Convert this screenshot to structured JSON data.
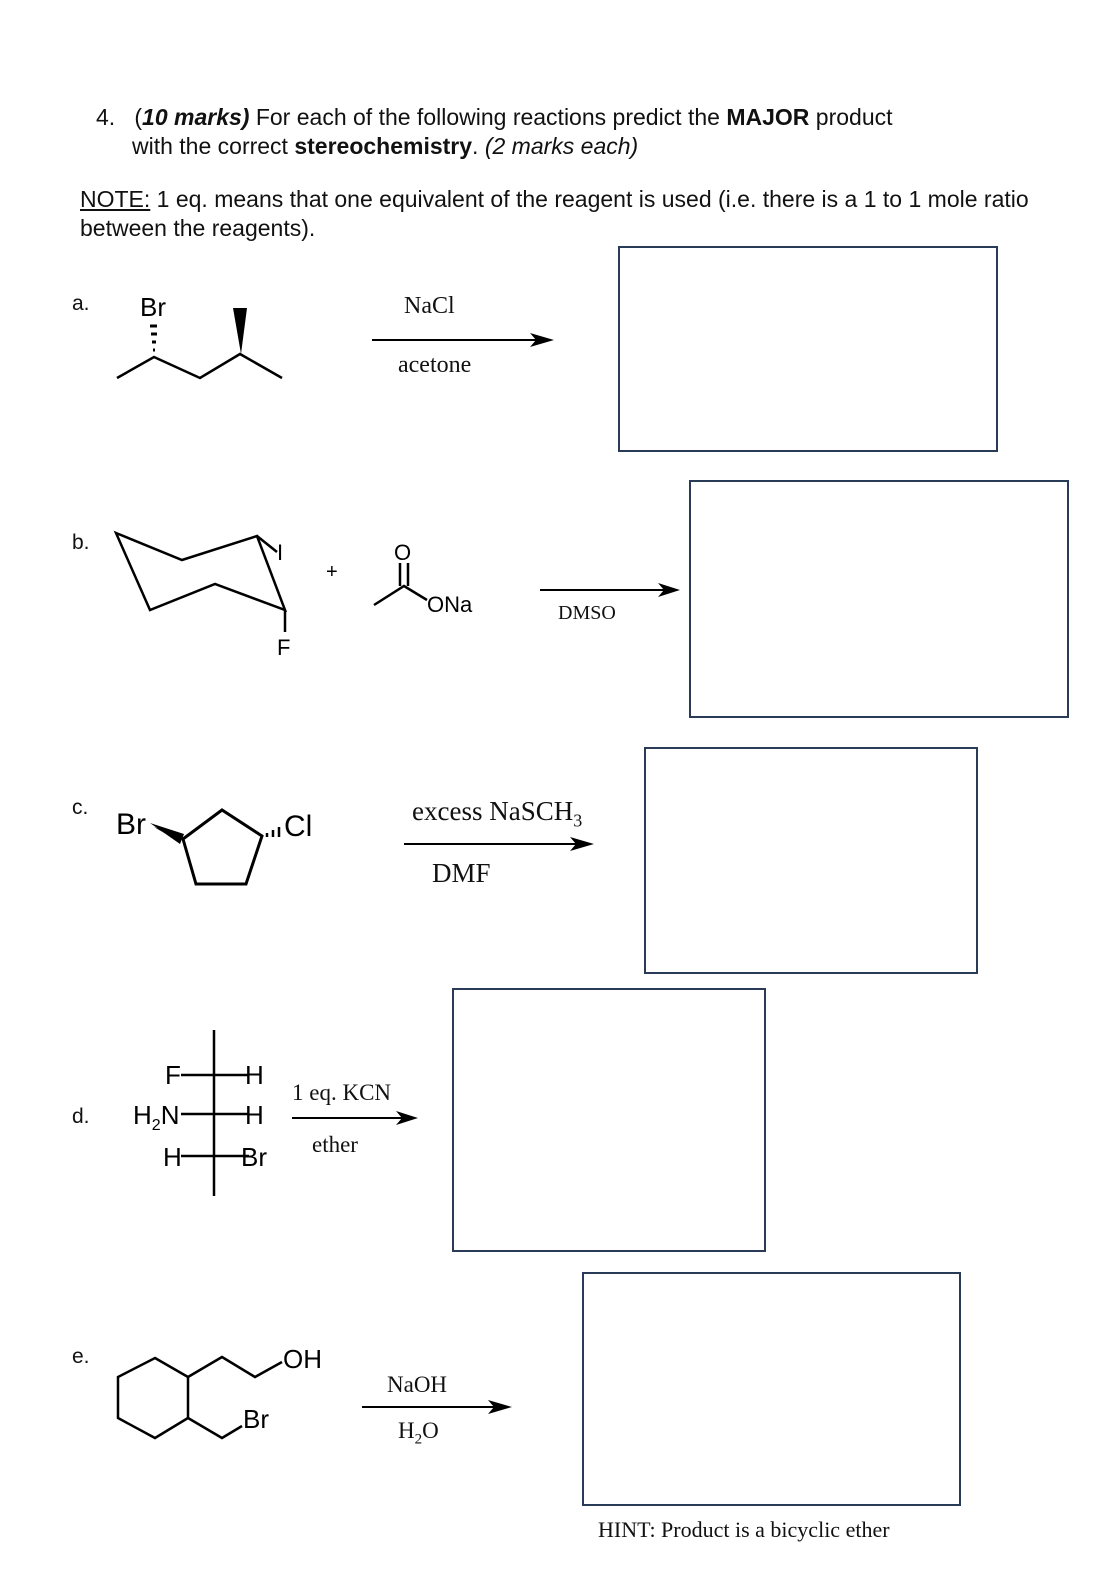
{
  "question": {
    "number": "4.",
    "marks": "(10 marks)",
    "text1": " For each of the following reactions predict the ",
    "major": "MAJOR",
    "text2": " product",
    "line2_a": "with the correct ",
    "stereo": "stereochemistry",
    "line2_b": ". ",
    "each": "(2 marks each)"
  },
  "note": {
    "label": "NOTE:",
    "text": " 1 eq. means that one equivalent of the reagent is used (i.e. there is a 1 to 1 mole ratio between the reagents)."
  },
  "parts": {
    "a": {
      "label": "a.",
      "atoms": {
        "br": "Br"
      },
      "reagent_top": "NaCl",
      "reagent_bottom": "acetone"
    },
    "b": {
      "label": "b.",
      "atoms": {
        "i": "I",
        "f": "F",
        "o": "O",
        "ona": "ONa"
      },
      "plus": "+",
      "reagent_bottom": "DMSO"
    },
    "c": {
      "label": "c.",
      "atoms": {
        "br": "Br",
        "cl": "Cl"
      },
      "reagent_top": "excess NaSCH",
      "reagent_top_sub": "3",
      "reagent_bottom": "DMF"
    },
    "d": {
      "label": "d.",
      "atoms": {
        "f": "F",
        "h1": "H",
        "h2n": "H",
        "h2n_sub": "2",
        "h2n_n": "N",
        "h2": "H",
        "h3": "H",
        "br": "Br"
      },
      "reagent_top": "1 eq. KCN",
      "reagent_bottom": "ether"
    },
    "e": {
      "label": "e.",
      "atoms": {
        "oh": "OH",
        "br": "Br"
      },
      "reagent_top": "NaOH",
      "reagent_bottom_h": "H",
      "reagent_bottom_sub": "2",
      "reagent_bottom_o": "O",
      "hint": "HINT: Product is a bicyclic ether"
    }
  }
}
